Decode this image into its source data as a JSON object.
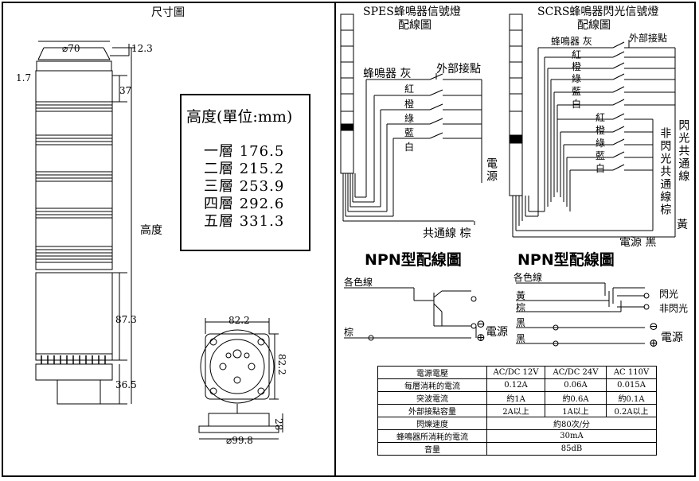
{
  "left_panel": {
    "title": "尺寸圖",
    "dim_diameter": "⌀70",
    "dim_top_offset": "12.3",
    "dim_left_offset": "1.7",
    "dim_tier": "37",
    "dim_height_label": "高度",
    "dim_base": "87.3",
    "dim_bottom": "36.5",
    "top_view_width": "82.2",
    "top_view_height": "82.2",
    "base_diameter": "⌀99.8",
    "base_thickness": "28"
  },
  "height_table": {
    "title": "高度(單位:mm)",
    "rows": [
      {
        "label": "一層",
        "value": "176.5"
      },
      {
        "label": "二層",
        "value": "215.2"
      },
      {
        "label": "三層",
        "value": "253.9"
      },
      {
        "label": "四層",
        "value": "292.6"
      },
      {
        "label": "五層",
        "value": "331.3"
      }
    ]
  },
  "spes": {
    "title_line1": "SPES蜂鳴器信號燈",
    "title_line2": "配線圖",
    "buzzer_label": "蜂鳴器 灰",
    "external_label": "外部接點",
    "colors": [
      "紅",
      "橙",
      "綠",
      "藍",
      "白"
    ],
    "power_label": "電源",
    "common_label": "共通線 棕"
  },
  "scrs": {
    "title_line1": "SCRS蜂鳴器閃光信號燈",
    "title_line2": "配線圖",
    "buzzer_label": "蜂鳴器 灰",
    "external_label": "外部接點",
    "colors_flash": [
      "紅",
      "橙",
      "綠",
      "藍",
      "白"
    ],
    "colors_steady": [
      "紅",
      "橙",
      "綠",
      "藍",
      "白"
    ],
    "non_flash_common": "非閃光共通線棕",
    "flash_common": "閃光共通線",
    "yellow_label": "黃",
    "power_label": "電源 黑"
  },
  "npn_left": {
    "title": "NPN型配線圖",
    "color_wires": "各色線",
    "brown": "棕",
    "power": "電源",
    "minus": "⊖",
    "plus": "⊕"
  },
  "npn_right": {
    "title": "NPN型配線圖",
    "color_wires": "各色線",
    "yellow": "黃",
    "brown": "棕",
    "black1": "黑",
    "black2": "黑",
    "flash": "閃光",
    "non_flash": "非閃光",
    "power": "電源",
    "minus": "⊖",
    "plus": "⊕"
  },
  "spec_table": {
    "header": [
      "電源電壓",
      "AC/DC 12V",
      "AC/DC 24V",
      "AC 110V"
    ],
    "rows": [
      [
        "每層消耗的電流",
        "0.12A",
        "0.06A",
        "0.015A"
      ],
      [
        "突波電流",
        "約1A",
        "約0.6A",
        "約0.1A"
      ],
      [
        "外部接點容量",
        "2A以上",
        "1A以上",
        "0.2A以上"
      ]
    ],
    "merged_rows": [
      [
        "閃爍速度",
        "約80次/分"
      ],
      [
        "蜂鳴器所消耗的電流",
        "30mA"
      ],
      [
        "音量",
        "85dB"
      ]
    ]
  }
}
